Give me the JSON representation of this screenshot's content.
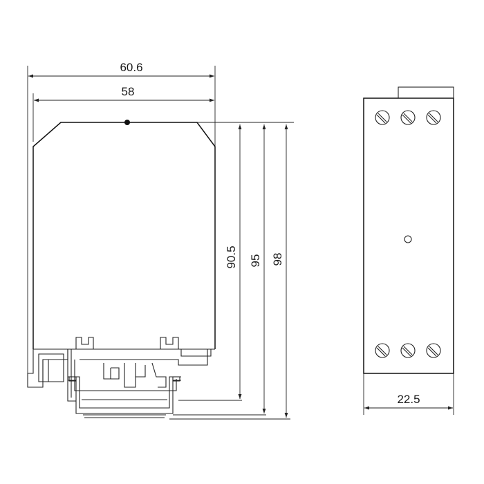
{
  "dimensions": {
    "total_width": "60.6",
    "body_width": "58",
    "height_body": "90.5",
    "height_mid": "95",
    "height_total": "98",
    "side_width": "22.5"
  },
  "colors": {
    "stroke": "#222222",
    "background": "#ffffff"
  },
  "icons": [
    "screw-terminal-icon",
    "indicator-led-icon",
    "din-rail-clip-icon"
  ]
}
